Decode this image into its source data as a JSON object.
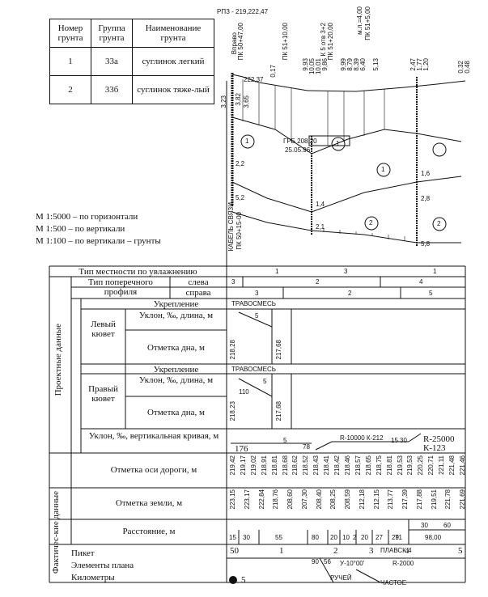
{
  "soil_table": {
    "headers": [
      "Номер грунта",
      "Группа грунта",
      "Наименование грунта"
    ],
    "rows": [
      {
        "num": "1",
        "group": "33а",
        "name": "суглинок легкий"
      },
      {
        "num": "2",
        "group": "33б",
        "name": "суглинок тяже-лый"
      }
    ]
  },
  "scales": [
    "М 1:5000 – по горизонтали",
    "М 1:500 – по вертикали",
    "М 1:100 – по вертикали – грунты"
  ],
  "profile": {
    "top_labels": [
      "РПЗ - 219,222,47",
      "Вправо",
      "ПК 50+47,00",
      "ПК 51+10,00",
      "К 5 отв 3+2",
      "ПК 51+20,00",
      "м.л.=4,00",
      "ПК 51+5,00"
    ],
    "left_level": "222,37",
    "benchmark": "ГРБ 208,20",
    "benchmark_date": "25.05.96",
    "cable_label": "КАБЕЛЬ СВЯЗИ",
    "cable_pk": "ПК 50+15-00",
    "depths": [
      "3,23",
      "3,82",
      "3,65",
      "2,2",
      "5,2",
      "1,4",
      "2,1",
      "1,6",
      "2,8",
      "5,8"
    ],
    "column_values": [
      "0,17",
      "9,93",
      "10,05",
      "10,01",
      "9,86",
      "9,99",
      "8,79",
      "8,39",
      "6,40",
      "5,13",
      "2,47",
      "1,77",
      "1,20",
      "0,32",
      "0,48"
    ],
    "soil_markers": [
      "1",
      "1",
      "1",
      "2",
      "2"
    ]
  },
  "rows": {
    "terrain": "Тип местности по увлажнению",
    "cross_profile": "Тип поперечного профиля",
    "left": "слева",
    "right": "справа",
    "design_data": "Проектные данные",
    "left_ditch": "Левый кювет",
    "right_ditch": "Правый кювет",
    "reinforcement": "Укрепление",
    "slope_len": "Уклон, ‰, длина, м",
    "bottom_mark": "Отметка дна, м",
    "vertical_curve": "Уклон, ‰, вертикальная кривая, м",
    "axis_mark": "Отметка оси дороги, м",
    "actual_data": "Фактичес-кие данные",
    "ground_mark": "Отметка земли, м",
    "distance": "Расстояние, м",
    "plan": [
      "Пикет",
      "Элементы плана",
      "Километры"
    ]
  },
  "grid_values": {
    "terrain": [
      "1",
      "3",
      "1"
    ],
    "cross_left": [
      "3",
      "2",
      "4"
    ],
    "cross_right": [
      "3",
      "2",
      "5"
    ],
    "reinf_left": "ТРАВОСМЕСЬ",
    "reinf_right": "ТРАВОСМЕСЬ",
    "slope_left": "5",
    "slope_right": "5",
    "slope_right_len": "110",
    "bottom_left": [
      "218,28",
      "217,68"
    ],
    "bottom_right": [
      "218,23",
      "217,68"
    ],
    "curve": [
      "176",
      "5",
      "78",
      "R-10000 К-212",
      "15",
      "30"
    ],
    "curve_r": "R-25000",
    "curve_k": "К-123",
    "axis_marks": [
      "219,42",
      "219,17",
      "219,02",
      "218,91",
      "218,81",
      "218,68",
      "218,62",
      "218,52",
      "218,43",
      "218,41",
      "218,42",
      "218,46",
      "218,57",
      "218,65",
      "218,75",
      "218,81",
      "219,53",
      "219,53",
      "220,25",
      "220,71",
      "221,11",
      "221,48",
      "221,46"
    ],
    "ground_marks": [
      "223,15",
      "223,17",
      "222,84",
      "218,76",
      "208,60",
      "207,30",
      "208,40",
      "208,25",
      "208,59",
      "212,18",
      "212,15",
      "213,77",
      "217,39",
      "217,88",
      "219,51",
      "221,78",
      "221,69"
    ],
    "distances": [
      "15",
      "30",
      "55",
      "80",
      "20",
      "10",
      "2",
      "20",
      "27",
      "29",
      "71",
      "30",
      "60",
      "98,00"
    ],
    "pickets": [
      "50",
      "1",
      "2",
      "3",
      "4",
      "5"
    ],
    "plan_labels": [
      "ПЛАВСК 4",
      "У-10°00'",
      "R-2000",
      "РУЧЕЙ",
      "ЧАСТОЕ",
      "90",
      "56"
    ],
    "km": "5"
  }
}
